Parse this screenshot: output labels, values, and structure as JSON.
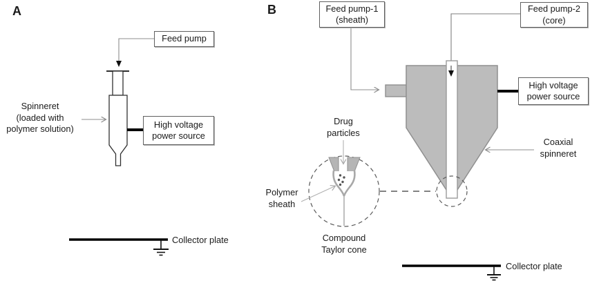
{
  "panel_a": {
    "label": "A",
    "feed_pump_box": "Feed pump",
    "spinneret_label": [
      "Spinneret",
      "(loaded with",
      "polymer solution)"
    ],
    "hv_box": [
      "High voltage",
      "power source"
    ],
    "collector_label": "Collector plate"
  },
  "panel_b": {
    "label": "B",
    "feed_pump1_box": [
      "Feed pump-1",
      "(sheath)"
    ],
    "feed_pump2_box": [
      "Feed pump-2",
      "(core)"
    ],
    "hv_box": [
      "High voltage",
      "power source"
    ],
    "coaxial_label": [
      "Coaxial",
      "spinneret"
    ],
    "drug_label": [
      "Drug",
      "particles"
    ],
    "polymer_label": [
      "Polymer",
      "sheath"
    ],
    "taylor_label": [
      "Compound",
      "Taylor cone"
    ],
    "collector_label": "Collector plate"
  },
  "colors": {
    "spinneret_body_gray": "#bcbcbc",
    "spinneret_body_border": "#8f8f8f",
    "connector_line_gray": "#8c8c8c",
    "detail_outline_gray": "#a8a8a8",
    "dashed_circle_gray": "#595959",
    "electrode_black": "#000000",
    "text": "#1a1a1a"
  }
}
